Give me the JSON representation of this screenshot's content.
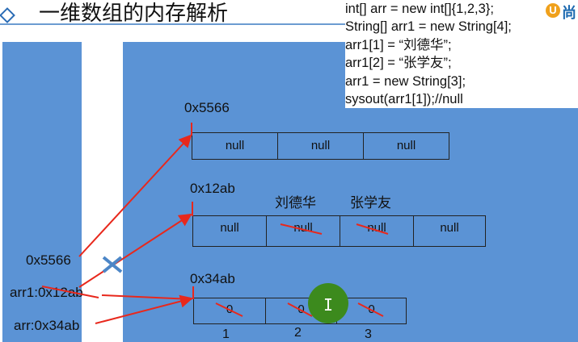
{
  "title": "一维数组的内存解析",
  "logo_text": "尚",
  "code_lines": [
    "int[] arr = new int[]{1,2,3};",
    "String[] arr1 = new String[4];",
    "arr1[1] = “刘德华”;",
    "arr1[2] = “张学友”;",
    "arr1 = new String[3];",
    "sysout(arr1[1]);//null"
  ],
  "stack": {
    "var_addr": "0x5566",
    "var_arr1": "arr1:0x12ab",
    "var_arr": "arr:0x34ab"
  },
  "heap": {
    "array_a": {
      "address": "0x5566",
      "cells": [
        "null",
        "null",
        "null"
      ]
    },
    "array_b": {
      "address": "0x12ab",
      "cells": [
        "null",
        "null",
        "null",
        "null"
      ],
      "assigned": [
        "刘德华",
        "张学友"
      ]
    },
    "array_c": {
      "address": "0x34ab",
      "cells": [
        "0",
        "0",
        "0"
      ],
      "values": [
        "1",
        "2",
        "3"
      ]
    }
  },
  "colors": {
    "memory_area": "#5b93d5",
    "arrow": "#e8281c",
    "strike": "#e8281c",
    "cursor": "#3c8a1d"
  }
}
